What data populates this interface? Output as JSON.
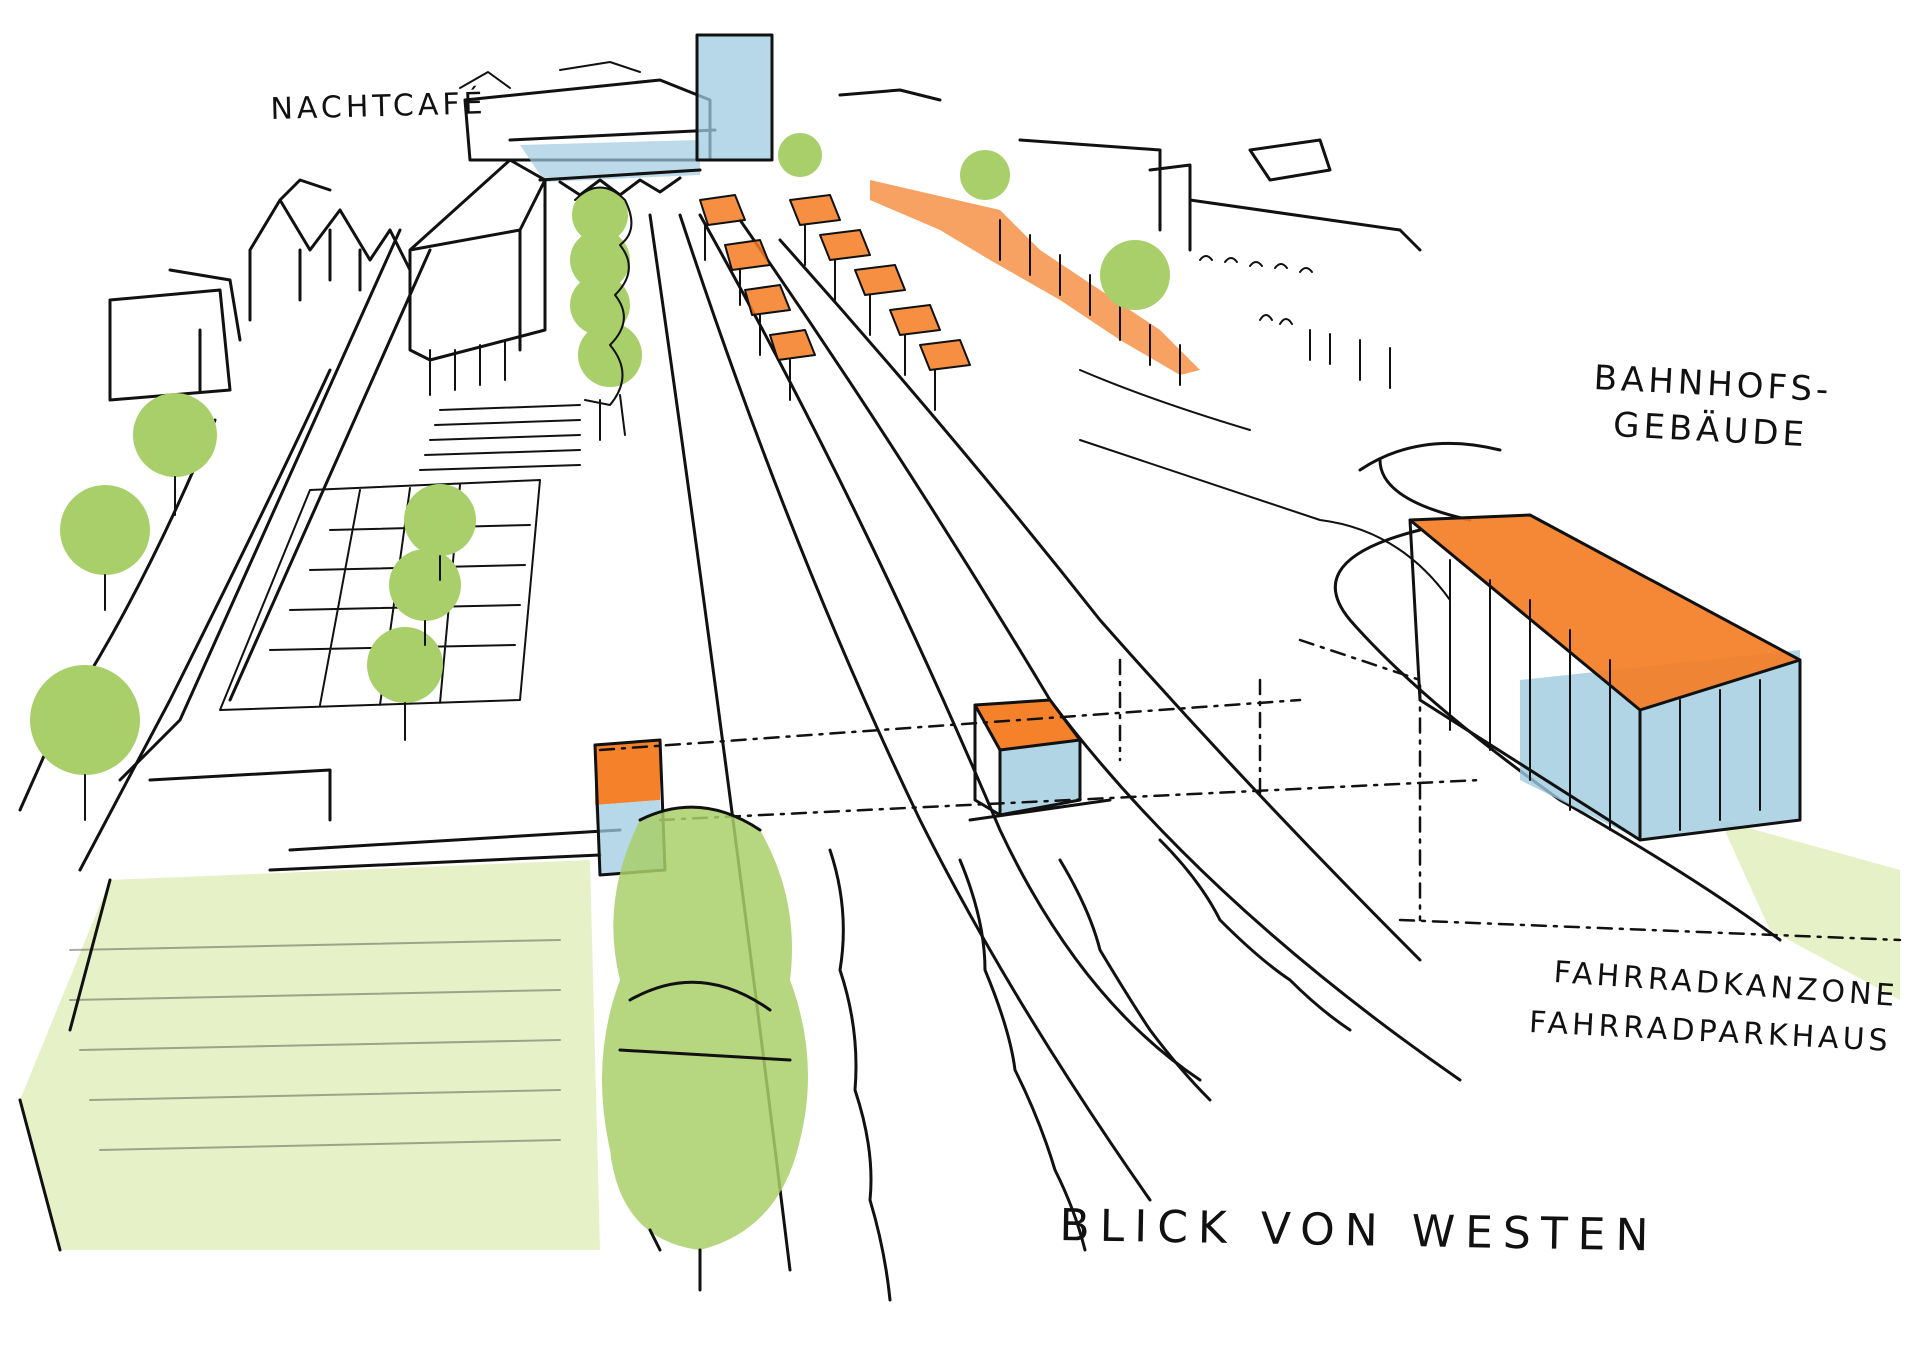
{
  "labels": {
    "nachtcafe": "NACHTCAFÉ",
    "bahnhofsgebaeude": "BAHNHOFS-\nGEBÄUDE",
    "fahrradkanzone": "FAHRRADKANZONE",
    "fahrradparkhaus": "FAHRRADPARKHAUS",
    "caption": "BLICK VON WESTEN"
  },
  "colors": {
    "ink": "#111111",
    "roof_orange": "#f47b20",
    "tree_green": "#a9cf6a",
    "grass_green": "#e3eebd",
    "glass_blue": "#9fcbe0",
    "paper": "#ffffff"
  }
}
